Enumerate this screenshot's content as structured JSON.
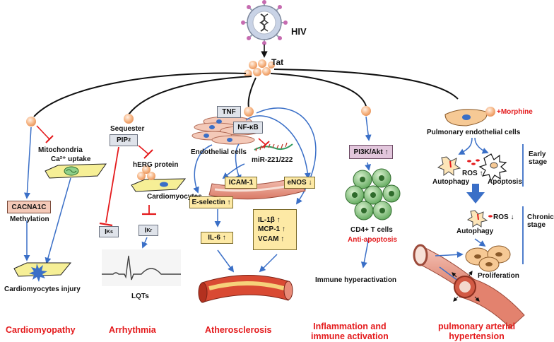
{
  "top": {
    "virus": "HIV",
    "protein": "Tat"
  },
  "cardiomyopathy": {
    "mito": [
      "Mitochondria",
      "Ca²⁺ uptake"
    ],
    "box": "CACNA1C",
    "methylation": "Methylation",
    "injury": "Cardiomyocytes injury",
    "category": "Cardiomyopathy"
  },
  "arrhythmia": {
    "sequester": "Sequester",
    "pip2": "PIP",
    "pip2_sub": "2",
    "herg": "hERG protein",
    "cardiomyocytes": "Cardiomyocytes",
    "iks_main": "I",
    "iks_sub": "Ks",
    "ikr_main": "I",
    "ikr_sub": "Kr",
    "lqts": "LQTs",
    "category": "Arrhythmia"
  },
  "atherosclerosis": {
    "tnf": "TNF",
    "nfkb": "NF-κB",
    "endothelial": "Endothelial cells",
    "mirna": "miR-221/222",
    "icam": "ICAM-1",
    "enos": "eNOS ↓",
    "eselectin": "E-selectin ↑",
    "il6": "IL-6 ↑",
    "il1b": "IL-1β  ↑",
    "mcp1": "MCP-1  ↑",
    "vcam": "VCAM   ↑",
    "category": "Atherosclerosis"
  },
  "inflammation": {
    "pi3k": "PI3K/Akt  ↑",
    "cd4": "CD4+ T cells",
    "antiapoptosis": "Anti-apoptosis",
    "hyperactivation": "Immune hyperactivation",
    "category": [
      "Inflammation and",
      "immune activation"
    ]
  },
  "pah": {
    "morphine": "+Morphine",
    "pec": "Pulmonary endothelial cells",
    "early": [
      "Early",
      "stage"
    ],
    "ros_up": "ROS ↑",
    "autophagy1": "Autophagy",
    "apoptosis": "Apoptosis",
    "autophagy2": "Autophagy",
    "ros_down": "ROS ↓",
    "chronic": [
      "Chronic",
      "stage"
    ],
    "proliferation": "Proliferation",
    "category": [
      "pulmonary arterial",
      "hypertension"
    ]
  },
  "colors": {
    "accent_red": "#e41a1c",
    "arrow_blue": "#3a6fc7",
    "inhibit_red": "#e41a1c"
  }
}
